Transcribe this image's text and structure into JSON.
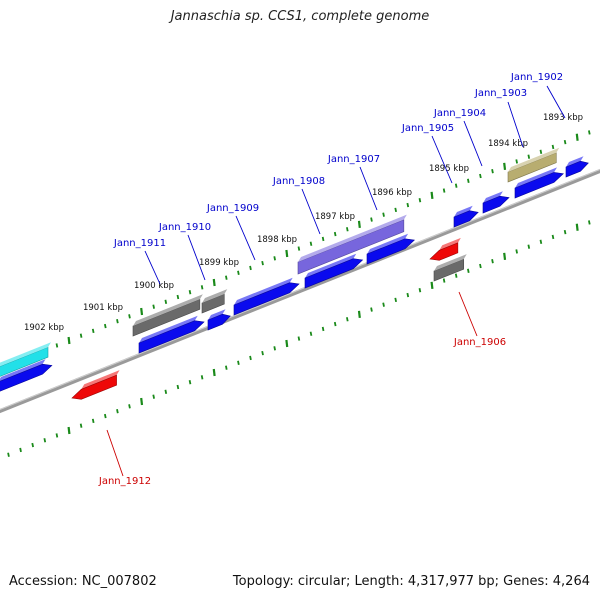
{
  "title": "Jannaschia sp. CCS1, complete genome",
  "accession": "Accession: NC_007802",
  "topology": "Topology: circular; Length: 4,317,977 bp; Genes: 4,264",
  "colors": {
    "backbone": "#808080",
    "ticks": "#1a8a1a",
    "cds": "#0a0aee",
    "pseudogene": "#6a6a6a",
    "rna": "#ee0808",
    "highlight_purple": "#7766dd",
    "highlight_olive": "#b8ad70",
    "highlight_cyan": "#22e0e8",
    "label_blue": "#0000cc",
    "label_red": "#cc0000"
  },
  "kbp_labels": [
    "1893 kbp",
    "1894 kbp",
    "1895 kbp",
    "1896 kbp",
    "1897 kbp",
    "1898 kbp",
    "1899 kbp",
    "1900 kbp",
    "1901 kbp",
    "1902 kbp"
  ],
  "gene_labels": [
    {
      "text": "Jann_1902",
      "strand": "plus"
    },
    {
      "text": "Jann_1903",
      "strand": "plus"
    },
    {
      "text": "Jann_1904",
      "strand": "plus"
    },
    {
      "text": "Jann_1905",
      "strand": "plus"
    },
    {
      "text": "Jann_1907",
      "strand": "plus"
    },
    {
      "text": "Jann_1908",
      "strand": "plus"
    },
    {
      "text": "Jann_1909",
      "strand": "plus"
    },
    {
      "text": "Jann_1910",
      "strand": "plus"
    },
    {
      "text": "Jann_1911",
      "strand": "plus"
    },
    {
      "text": "Jann_1906",
      "strand": "minus"
    },
    {
      "text": "Jann_1912",
      "strand": "minus"
    }
  ]
}
